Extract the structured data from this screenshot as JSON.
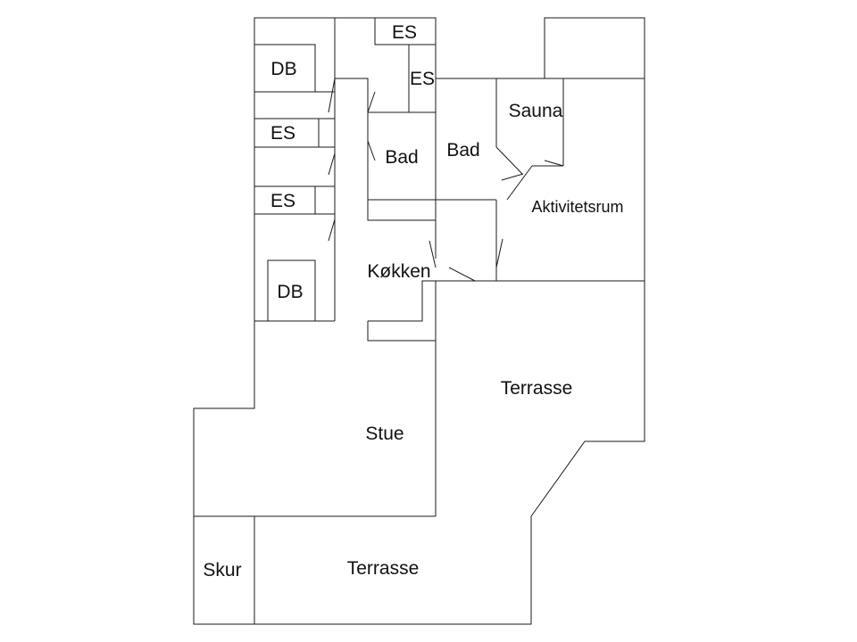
{
  "floorplan": {
    "rooms": {
      "db_top": "DB",
      "es_top": "ES",
      "es_hall": "ES",
      "es_left_1": "ES",
      "es_left_2": "ES",
      "db_bottom": "DB",
      "bad_left": "Bad",
      "bad_right": "Bad",
      "sauna": "Sauna",
      "aktivitetsrum": "Aktivitetsrum",
      "kokken": "Køkken",
      "stue": "Stue",
      "terrasse_right": "Terrasse",
      "terrasse_bottom": "Terrasse",
      "skur": "Skur"
    },
    "colors": {
      "wall": "#1a1a1a",
      "background": "#ffffff",
      "text": "#111111"
    }
  }
}
